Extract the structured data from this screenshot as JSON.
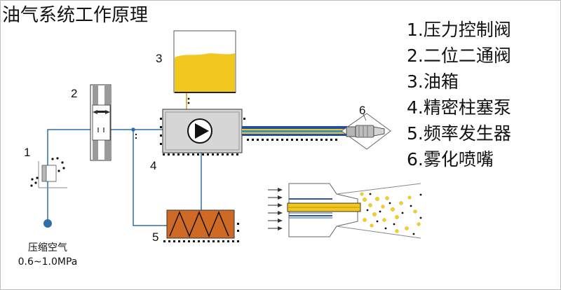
{
  "title": "油气系统工作原理",
  "legend": [
    "1.压力控制阀",
    "2.二位二通阀",
    "3.油箱",
    "4.精密柱塞泵",
    "5.频率发生器",
    "6.雾化喷嘴"
  ],
  "labels": {
    "c1": "1",
    "c2": "2",
    "c3": "3",
    "c4": "4",
    "c5": "5",
    "c6": "6"
  },
  "air_source": {
    "line1": "压缩空气",
    "line2": "0.6~1.0MPa"
  },
  "colors": {
    "air_line": "#2f6fa8",
    "oil": "#f2c81e",
    "pump_body": "#d6d6d6",
    "generator": "#cf6a24",
    "nozzle_blue": "#2a55a8",
    "droplet": "#f5d21f"
  },
  "icons": [
    "pump-icon",
    "valve-icon",
    "air-source-icon",
    "nozzle-icon"
  ]
}
